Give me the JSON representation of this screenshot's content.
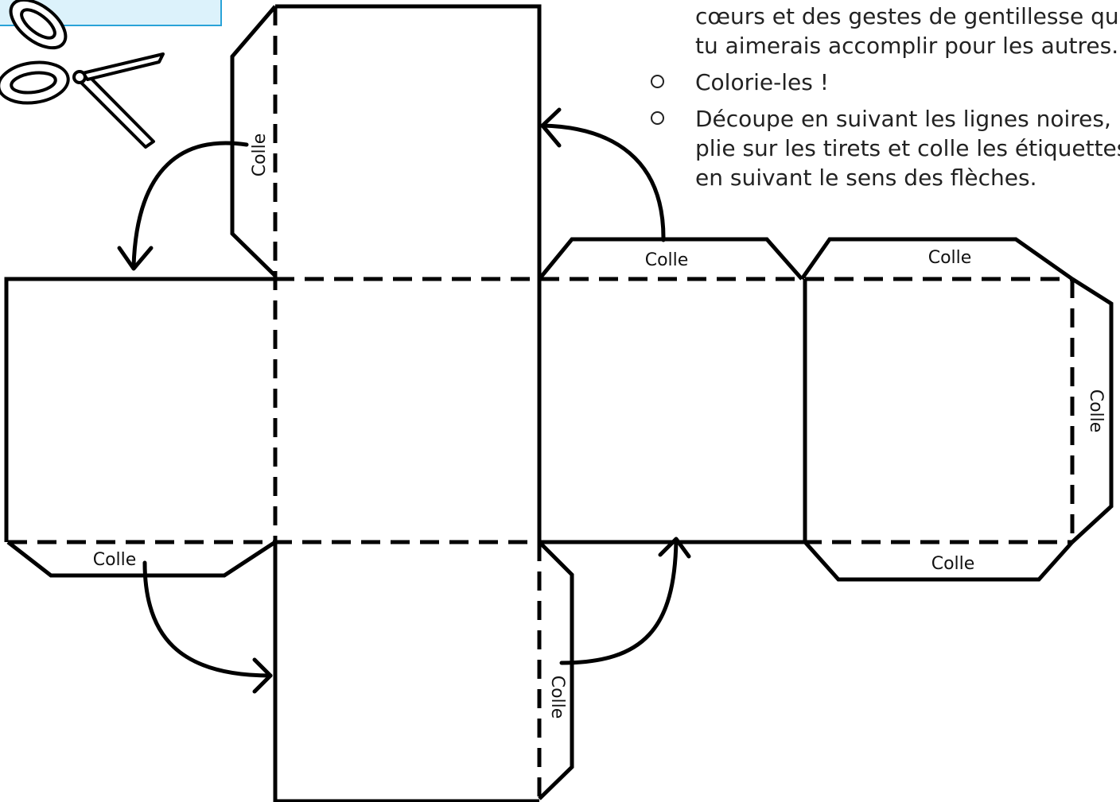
{
  "tab_label": "Colle",
  "instructions": {
    "intro_lines": [
      "cœurs et des gestes de gentillesse qu",
      "tu aimerais accomplir pour les autres."
    ],
    "step_color": "Colorie-les !",
    "step_cut_lines": [
      "Découpe en suivant les lignes noires,",
      "plie sur les tirets et colle les étiquettes",
      "en suivant le sens des flèches."
    ]
  },
  "colors": {
    "ink": "#000000",
    "tag_fill": "#dcf2fb",
    "tag_border": "#2aa3d8"
  },
  "icons": [
    "scissors-icon",
    "bullet-circle-icon"
  ]
}
